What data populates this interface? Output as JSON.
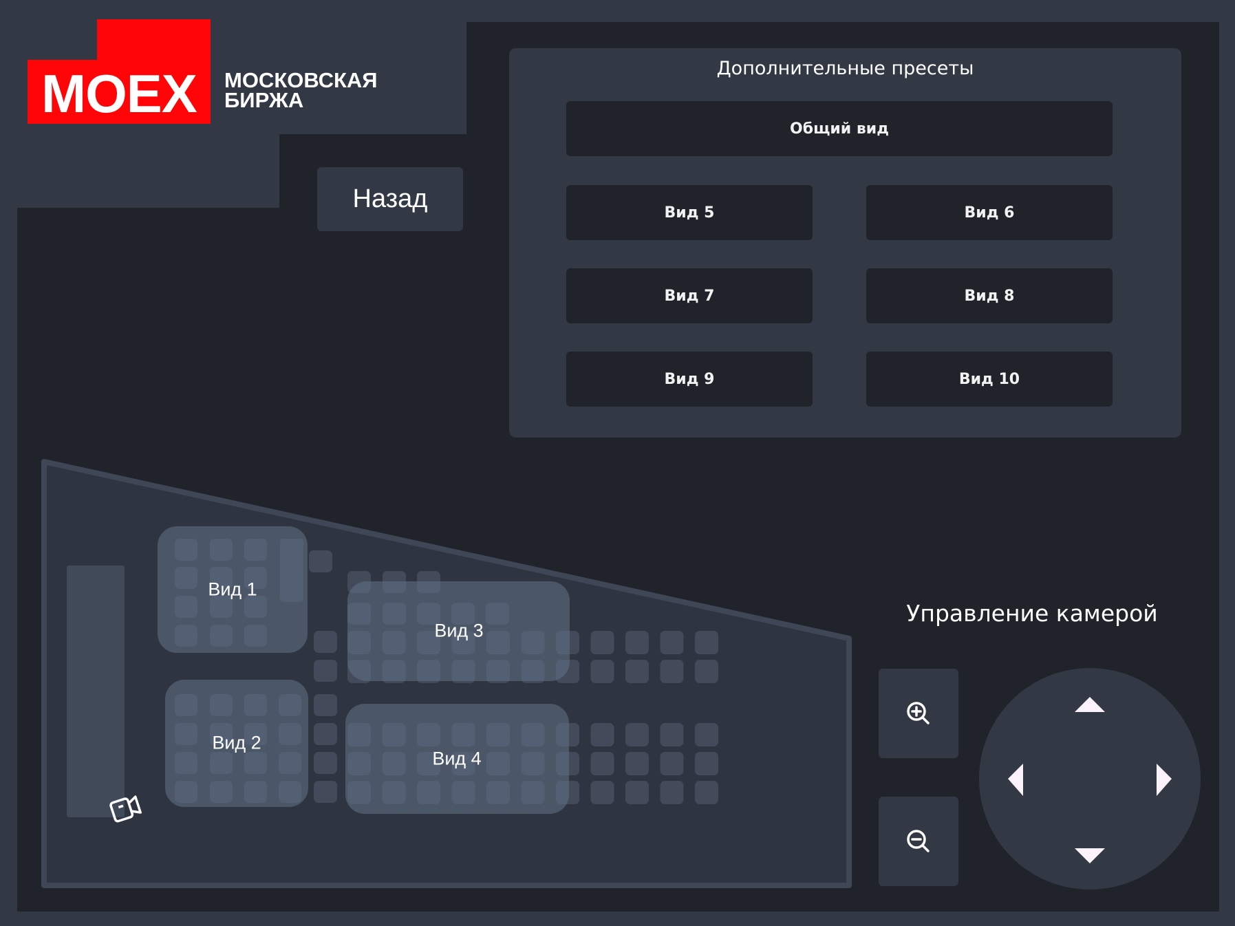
{
  "logo": {
    "mark": "MOEX",
    "line1": "МОСКОВСКАЯ",
    "line2": "БИРЖА",
    "brand_color": "#ff0508"
  },
  "back_button": {
    "label": "Назад"
  },
  "presets": {
    "title": "Дополнительные пресеты",
    "overview_label": "Общий вид",
    "views": [
      "Вид 5",
      "Вид 6",
      "Вид 7",
      "Вид 8",
      "Вид 9",
      "Вид 10"
    ]
  },
  "floor_map": {
    "zones": [
      "Вид 1",
      "Вид 2",
      "Вид 3",
      "Вид 4"
    ],
    "camera_icon": "video-camera-icon"
  },
  "camera_control": {
    "title": "Управление камерой",
    "zoom_in_icon": "zoom-in-icon",
    "zoom_out_icon": "zoom-out-icon",
    "arrows": [
      "arrow-up-icon",
      "arrow-left-icon",
      "arrow-right-icon",
      "arrow-down-icon"
    ]
  },
  "colors": {
    "frame": "#323844",
    "background": "#202329",
    "zone": "#56627a",
    "text": "#ffffff"
  }
}
